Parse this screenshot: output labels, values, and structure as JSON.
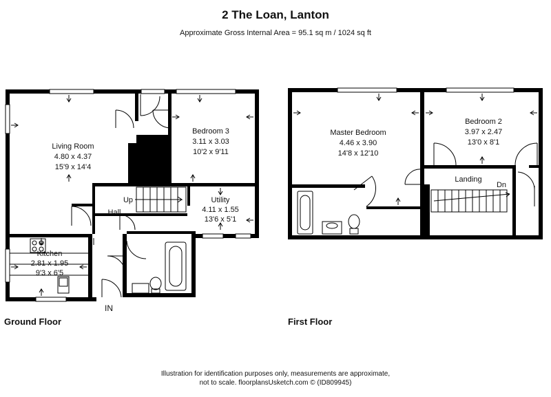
{
  "header": {
    "title": "2 The Loan, Lanton",
    "area": "Approximate Gross Internal Area = 95.1 sq m / 1024 sq ft"
  },
  "ground_floor": {
    "label": "Ground Floor",
    "rooms": {
      "living_room": {
        "name": "Living Room",
        "metric": "4.80 x 4.37",
        "imperial": "15'9 x 14'4"
      },
      "bedroom3": {
        "name": "Bedroom 3",
        "metric": "3.11 x 3.03",
        "imperial": "10'2 x 9'11"
      },
      "utility": {
        "name": "Utility",
        "metric": "4.11 x 1.55",
        "imperial": "13'6 x 5'1"
      },
      "hall": {
        "name": "Hall"
      },
      "kitchen": {
        "name": "Kitchen",
        "metric": "2.81 x 1.95",
        "imperial": "9'3 x 6'5"
      }
    },
    "stairs_label": "Up",
    "entrance_label": "IN"
  },
  "first_floor": {
    "label": "First Floor",
    "rooms": {
      "master_bedroom": {
        "name": "Master Bedroom",
        "metric": "4.46 x 3.90",
        "imperial": "14'8 x 12'10"
      },
      "bedroom2": {
        "name": "Bedroom 2",
        "metric": "3.97 x 2.47",
        "imperial": "13'0 x 8'1"
      },
      "landing": {
        "name": "Landing"
      }
    },
    "stairs_label": "Dn"
  },
  "footer": {
    "line1": "Illustration for identification purposes only, measurements are approximate,",
    "line2": "not to scale. floorplansUsketch.com © (ID809945)"
  },
  "colors": {
    "wall": "#000000",
    "window": "#ffffff",
    "text": "#111111"
  }
}
